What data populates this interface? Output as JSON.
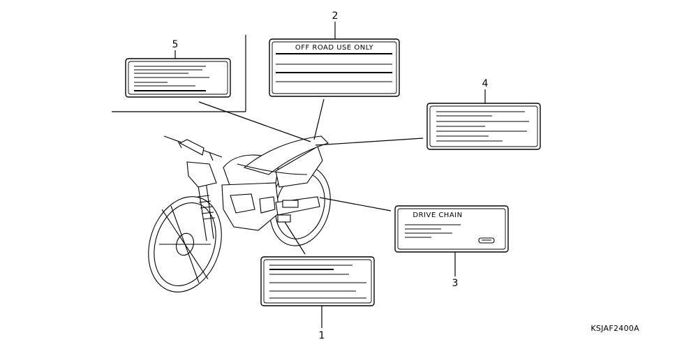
{
  "diagram_code": "KSJAF2400A",
  "callouts": {
    "c1": "1",
    "c2": "2",
    "c3": "3",
    "c4": "4",
    "c5": "5"
  },
  "labels": {
    "label2_title": "OFF ROAD USE ONLY",
    "label3_title": "DRIVE CHAIN"
  }
}
